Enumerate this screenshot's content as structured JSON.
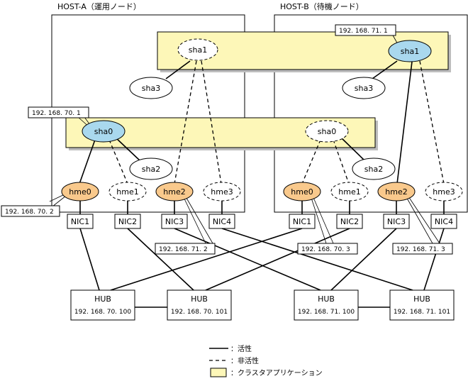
{
  "hosts": {
    "a": {
      "label": "HOST-A（運用ノード）"
    },
    "b": {
      "label": "HOST-B（待機ノード）"
    }
  },
  "nodes": {
    "sha1_a": "sha1",
    "sha3_a": "sha3",
    "sha0_a": "sha0",
    "sha2_a": "sha2",
    "sha1_b": "sha1",
    "sha3_b": "sha3",
    "sha0_b": "sha0",
    "sha2_b": "sha2",
    "hme0_a": "hme0",
    "hme1_a": "hme1",
    "hme2_a": "hme2",
    "hme3_a": "hme3",
    "hme0_b": "hme0",
    "hme1_b": "hme1",
    "hme2_b": "hme2",
    "hme3_b": "hme3"
  },
  "nics": {
    "a": [
      "NIC1",
      "NIC2",
      "NIC3",
      "NIC4"
    ],
    "b": [
      "NIC1",
      "NIC2",
      "NIC3",
      "NIC4"
    ]
  },
  "ips": {
    "sha1_b": "192. 168. 71. 1",
    "sha0_a": "192. 168. 70. 1",
    "hme0_a": "192. 168. 70. 2",
    "hme2_a": "192. 168. 71. 2",
    "hme0_b": "192. 168. 70. 3",
    "hme2_b": "192. 168. 71. 3"
  },
  "hubs": [
    {
      "label": "HUB",
      "ip": "192. 168. 70. 100"
    },
    {
      "label": "HUB",
      "ip": "192. 168. 70. 101"
    },
    {
      "label": "HUB",
      "ip": "192. 168. 71. 100"
    },
    {
      "label": "HUB",
      "ip": "192. 168. 71. 101"
    }
  ],
  "legend": {
    "active": "：活性",
    "inactive": "：非活性",
    "cluster_app": "：クラスタアプリケーション"
  },
  "colors": {
    "active_blue": "#a9d8ee",
    "active_orange": "#f9c98c",
    "cluster_app_fill": "#fdf7b8",
    "shadow": "#bdbdbd"
  }
}
